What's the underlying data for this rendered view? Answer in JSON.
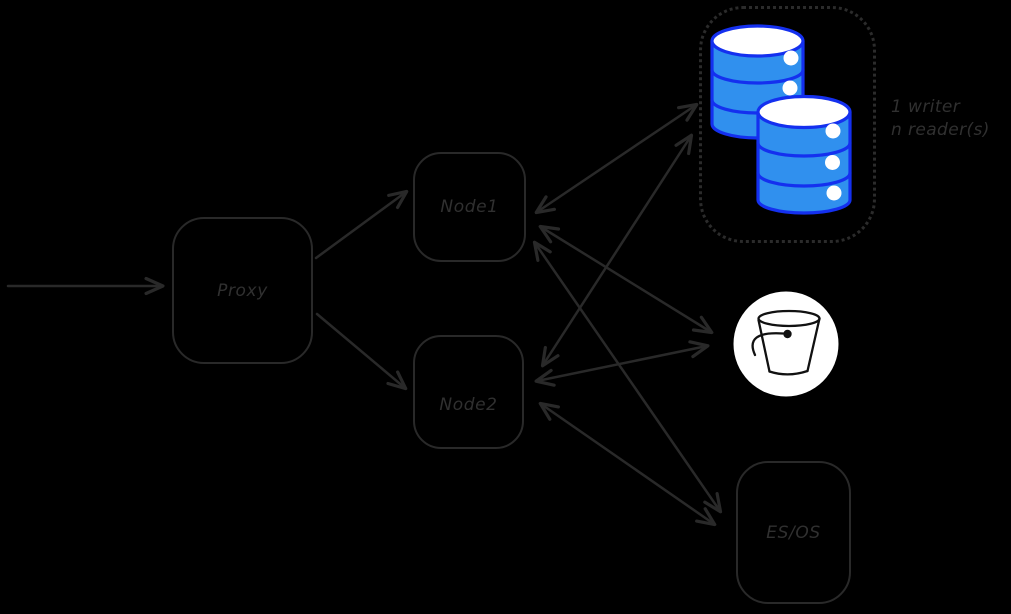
{
  "diagram": {
    "background_color": "#000000",
    "line_color": "#292929",
    "text_color": "#303030",
    "nodes": {
      "proxy": {
        "label": "Proxy"
      },
      "node1": {
        "label": "Node1"
      },
      "node2": {
        "label": "Node2"
      },
      "esos": {
        "label": "ES/OS"
      }
    },
    "db_cluster": {
      "icon": "database-cylinder-icon",
      "cylinder_count": 2,
      "fill_color": "#3090ee",
      "stroke_color": "#1430ef",
      "annotation_line1": "1 writer",
      "annotation_line2": "n reader(s)"
    },
    "bucket": {
      "icon": "bucket-icon",
      "background_color": "#ffffff"
    },
    "edges": [
      {
        "from": "client",
        "to": "proxy",
        "direction": "one-way"
      },
      {
        "from": "proxy",
        "to": "node1",
        "direction": "one-way"
      },
      {
        "from": "proxy",
        "to": "node2",
        "direction": "one-way"
      },
      {
        "from": "node1",
        "to": "db-cluster",
        "direction": "two-way"
      },
      {
        "from": "node1",
        "to": "bucket",
        "direction": "two-way"
      },
      {
        "from": "node1",
        "to": "es-os",
        "direction": "two-way"
      },
      {
        "from": "node2",
        "to": "db-cluster",
        "direction": "two-way"
      },
      {
        "from": "node2",
        "to": "bucket",
        "direction": "two-way"
      },
      {
        "from": "node2",
        "to": "es-os",
        "direction": "two-way"
      }
    ]
  }
}
